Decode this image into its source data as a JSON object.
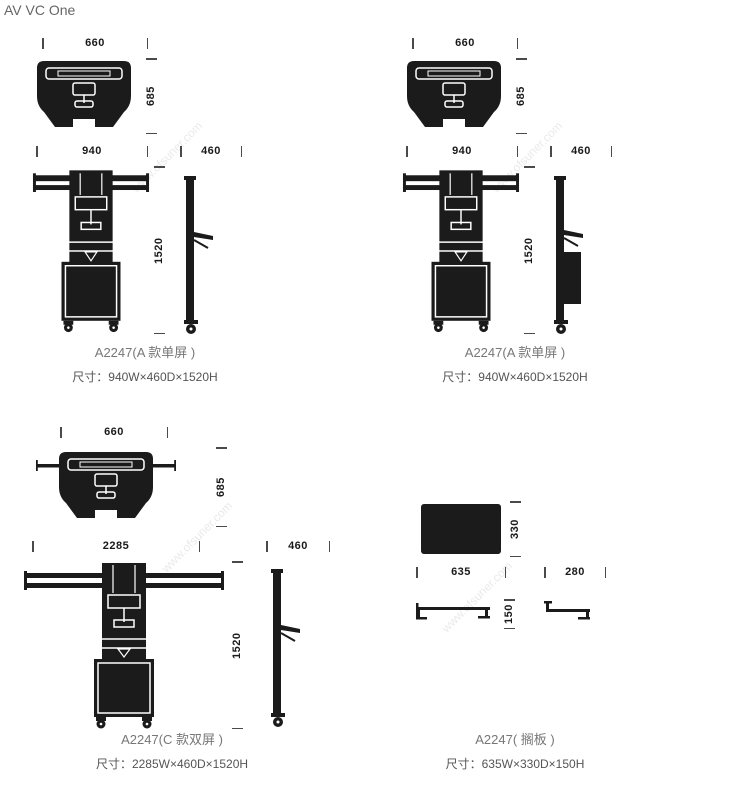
{
  "page": {
    "title": "AV VC One",
    "watermark_text": "www.ofsuner.com"
  },
  "panels": [
    {
      "caption": "A2247(A 款单屏 )",
      "size_label": "尺寸：940W×460D×1520H",
      "dims": {
        "top_width": "660",
        "top_depth": "685",
        "front_width": "940",
        "side_depth": "460",
        "height": "1520"
      }
    },
    {
      "caption": "A2247(A 款单屏 )",
      "size_label": "尺寸：940W×460D×1520H",
      "dims": {
        "top_width": "660",
        "top_depth": "685",
        "front_width": "940",
        "side_depth": "460",
        "height": "1520"
      }
    },
    {
      "caption": "A2247(C 款双屏 )",
      "size_label": "尺寸：2285W×460D×1520H",
      "dims": {
        "top_width": "660",
        "top_depth": "685",
        "front_width": "2285",
        "side_depth": "460",
        "height": "1520"
      }
    },
    {
      "caption": "A2247( 搁板 )",
      "size_label": "尺寸：635W×330D×150H",
      "dims": {
        "depth": "330",
        "width": "635",
        "bracket_width": "280",
        "height": "150"
      }
    }
  ]
}
